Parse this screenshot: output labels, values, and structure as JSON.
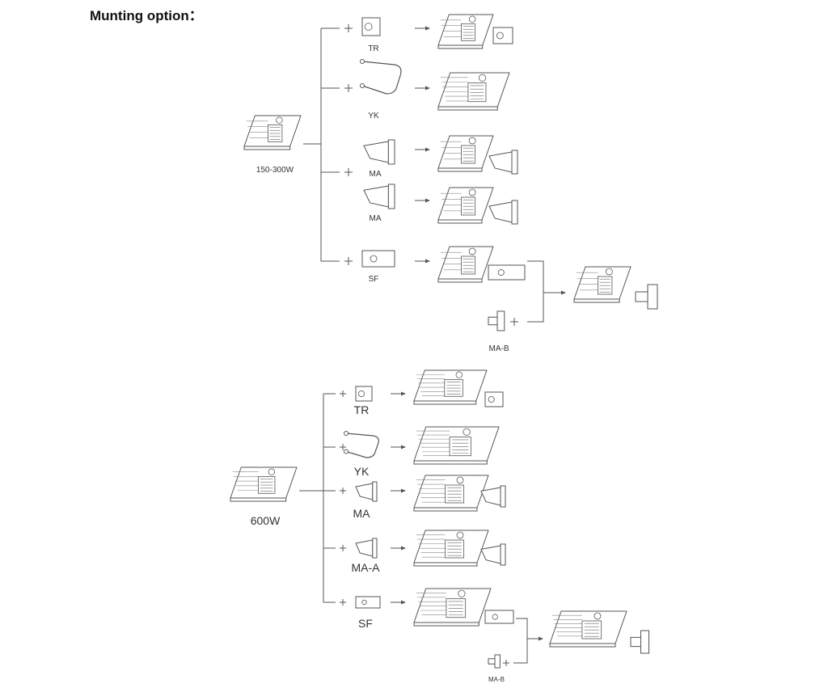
{
  "title": "Munting option：",
  "sections": [
    {
      "source_label": "150-300W",
      "options": [
        "TR",
        "YK",
        "MA",
        "MA",
        "SF"
      ],
      "extra_label": "MA-B"
    },
    {
      "source_label": "600W",
      "options": [
        "TR",
        "YK",
        "MA",
        "MA-A",
        "SF"
      ],
      "extra_label": "MA-B"
    }
  ],
  "colors": {
    "line": "#555555",
    "text": "#333333"
  }
}
